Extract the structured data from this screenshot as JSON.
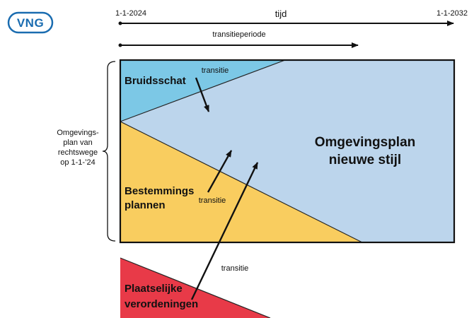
{
  "logo": {
    "text": "VNG",
    "color": "#1a6cb0"
  },
  "timeline": {
    "start_label": "1-1-2024",
    "end_label": "1-1-2032",
    "axis_label": "tijd",
    "period_label": "transitieperiode"
  },
  "left_bracket": {
    "lines": [
      "Omgevings-",
      "plan van",
      "rechtswege",
      "op 1-1-’24"
    ]
  },
  "regions": {
    "bruidsschat": {
      "label": "Bruidsschat",
      "color": "#7cc8e6"
    },
    "bestemmingsplannen": {
      "label_line1": "Bestemmings",
      "label_line2": "plannen",
      "color": "#f9cd5f"
    },
    "omgevingsplan": {
      "label_line1": "Omgevingsplan",
      "label_line2": "nieuwe stijl",
      "color": "#bcd5ec"
    },
    "verordeningen": {
      "label_line1": "Plaatselijke",
      "label_line2": "verordeningen",
      "color": "#e83a48"
    }
  },
  "arrows": {
    "transitie_top": "transitie",
    "transitie_middle": "transitie",
    "transitie_bottom": "transitie"
  }
}
